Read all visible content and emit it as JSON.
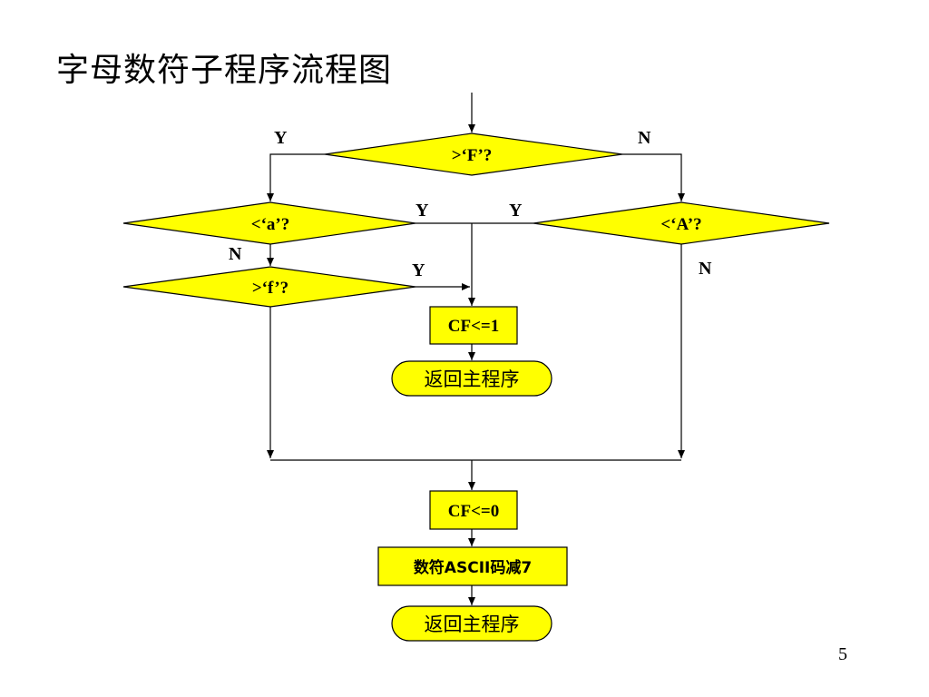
{
  "slide": {
    "title": "字母数符子程序流程图",
    "page_number": "5"
  },
  "flowchart": {
    "decisions": {
      "gt_F": ">‘F’?",
      "lt_a": "<‘a’?",
      "gt_f": ">‘f’?",
      "lt_A": "<‘A’?"
    },
    "processes": {
      "cf_set_1": "CF<=1",
      "cf_set_0": "CF<=0",
      "subtract_7": "数符ASCII码减7"
    },
    "terminals": {
      "return_1": "返回主程序",
      "return_2": "返回主程序"
    },
    "branch_labels": {
      "gt_F_yes": "Y",
      "gt_F_no": "N",
      "lt_a_yes": "Y",
      "lt_a_no": "N",
      "gt_f_yes": "Y",
      "lt_A_yes": "Y",
      "lt_A_no": "N"
    }
  }
}
